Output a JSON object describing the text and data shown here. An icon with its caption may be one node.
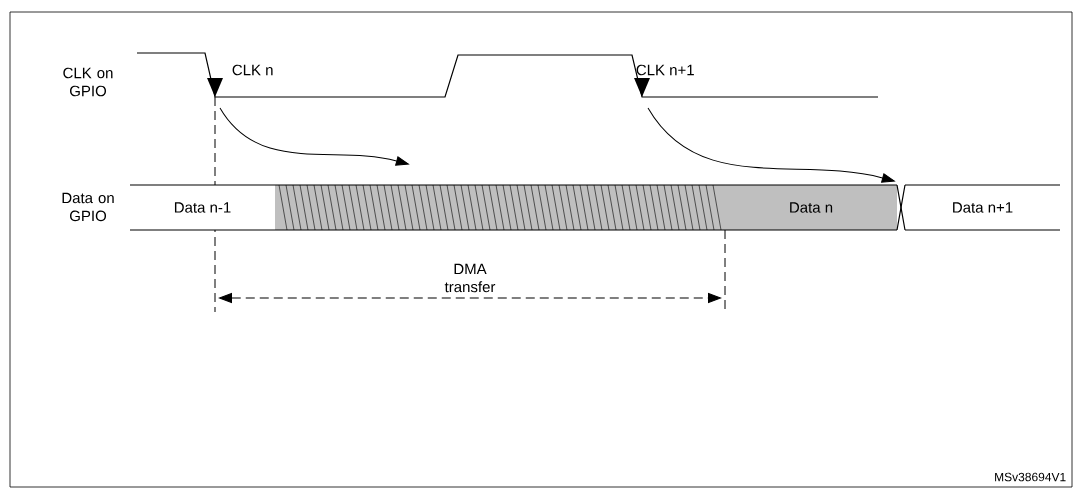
{
  "diagram": {
    "nodes": [
      {
        "text": [
          "Data n-1"
        ]
      },
      {
        "text": [],
        "shape": "bar"
      },
      {
        "text": [
          "Data n"
        ]
      },
      {
        "text": [
          "Data n+1"
        ]
      }
    ],
    "edges": [
      {
        "from": null,
        "to": 1,
        "arrow": "to"
      },
      {
        "from": null,
        "to": 2,
        "arrow": "to"
      }
    ],
    "labels": [
      "CLK on GPIO",
      "CLK n",
      "CLK n+1",
      "Data on GPIO",
      "DMA transfer",
      "MSv38694V1"
    ]
  }
}
